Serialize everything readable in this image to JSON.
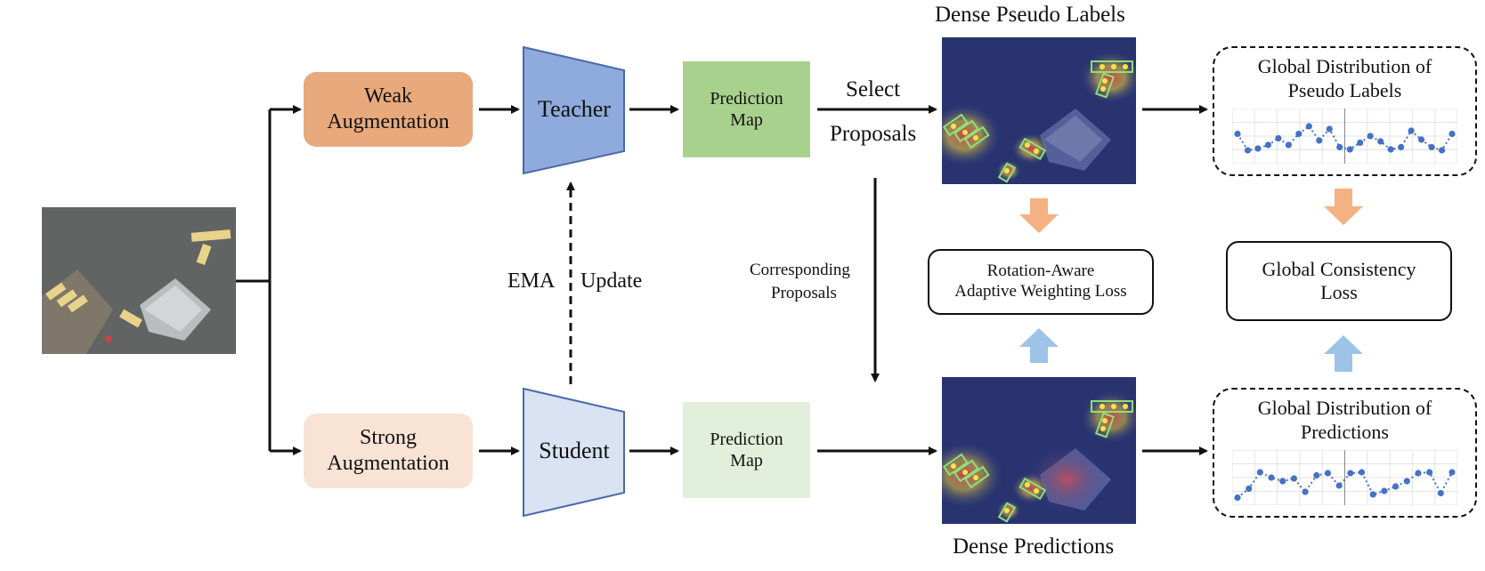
{
  "augmentation": {
    "weak": [
      "Weak",
      "Augmentation"
    ],
    "strong": [
      "Strong",
      "Augmentation"
    ]
  },
  "networks": {
    "teacher": "Teacher",
    "student": "Student",
    "ema_update": [
      "EMA",
      "Update"
    ]
  },
  "prediction_maps": {
    "top": [
      "Prediction",
      "Map"
    ],
    "bottom": [
      "Prediction",
      "Map"
    ]
  },
  "proposals": {
    "select": [
      "Select",
      "Proposals"
    ],
    "corresponding": [
      "Corresponding",
      "Proposals"
    ]
  },
  "images": {
    "pseudo_labels_title": "Dense Pseudo Labels",
    "predictions_title": "Dense Predictions"
  },
  "losses": {
    "rotation_aware": [
      "Rotation-Aware",
      "Adaptive Weighting Loss"
    ],
    "global_consistency": [
      "Global Consistency",
      "Loss"
    ]
  },
  "distributions": {
    "pseudo": {
      "title": [
        "Global Distribution of",
        "Pseudo Labels"
      ]
    },
    "pred": {
      "title": [
        "Global Distribution of",
        "Predictions"
      ]
    }
  },
  "colors": {
    "weak_aug": "#e8a97c",
    "strong_aug": "#f8e3d4",
    "teacher": "#8faadc",
    "student": "#dae3f3",
    "pred_map_top": "#a9d18e",
    "pred_map_bottom": "#e2efda",
    "arrow_orange": "#f4b183",
    "arrow_blue": "#9dc3e6",
    "curve_points": "#4472c4"
  }
}
